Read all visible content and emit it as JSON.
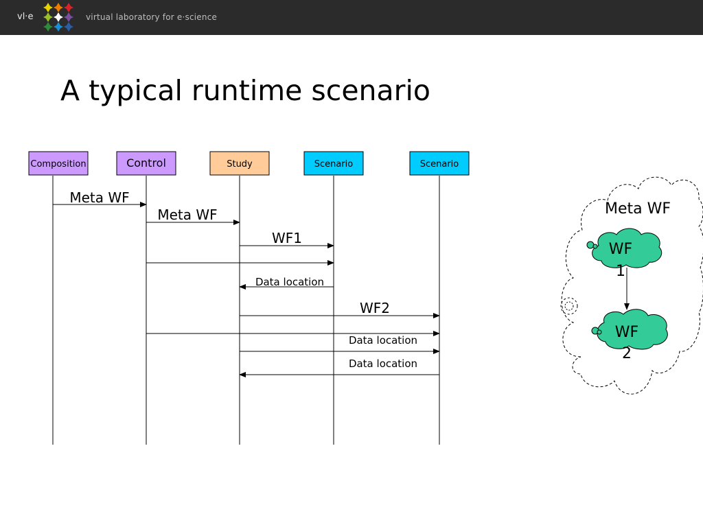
{
  "header": {
    "short_name": "vl·e",
    "full_name": "virtual laboratory for e·science",
    "logo_colors": [
      "#e8d200",
      "#f07c00",
      "#d8232a",
      "#9bbf2a",
      "#ffffff",
      "#7a4fa0",
      "#2f8a3a",
      "#1b8fd1",
      "#2a5fa8"
    ]
  },
  "slide": {
    "title": "A typical runtime scenario"
  },
  "lifelines": [
    {
      "label": "Composition",
      "color": "#cc99ff"
    },
    {
      "label": "Control",
      "color": "#cc99ff"
    },
    {
      "label": "Study",
      "color": "#ffcc99"
    },
    {
      "label": "Scenario",
      "color": "#00ccff"
    },
    {
      "label": "Scenario",
      "color": "#00ccff"
    }
  ],
  "messages": [
    {
      "label": "Meta WF"
    },
    {
      "label": "Meta WF"
    },
    {
      "label": "WF1"
    },
    {
      "label": ""
    },
    {
      "label": "Data location"
    },
    {
      "label": "WF2"
    },
    {
      "label": ""
    },
    {
      "label": "Data location"
    },
    {
      "label": "Data location"
    }
  ],
  "cloud": {
    "outer_label": "Meta WF",
    "wf1_line1": "WF",
    "wf1_line2": "1",
    "wf2_line1": "WF",
    "wf2_line2": "2",
    "node_color": "#33cc99"
  }
}
